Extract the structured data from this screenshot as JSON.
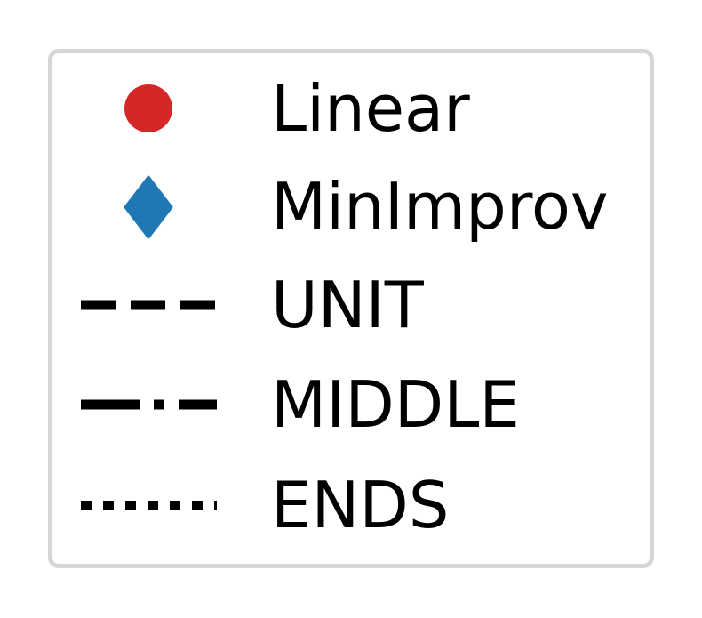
{
  "chart_data": {
    "type": "legend",
    "title": "",
    "legend": {
      "entries": [
        {
          "label": "Linear",
          "handle": "marker",
          "marker": "circle",
          "color": "#d62728"
        },
        {
          "label": "MinImprov",
          "handle": "marker",
          "marker": "diamond",
          "color": "#1f77b4"
        },
        {
          "label": "UNIT",
          "handle": "line",
          "linestyle": "dashed",
          "color": "#000000"
        },
        {
          "label": "MIDDLE",
          "handle": "line",
          "linestyle": "dashdot",
          "color": "#000000"
        },
        {
          "label": "ENDS",
          "handle": "line",
          "linestyle": "dotted",
          "color": "#000000"
        }
      ]
    },
    "frame": {
      "border_color": "#d6d6d6",
      "background": "#ffffff"
    }
  }
}
